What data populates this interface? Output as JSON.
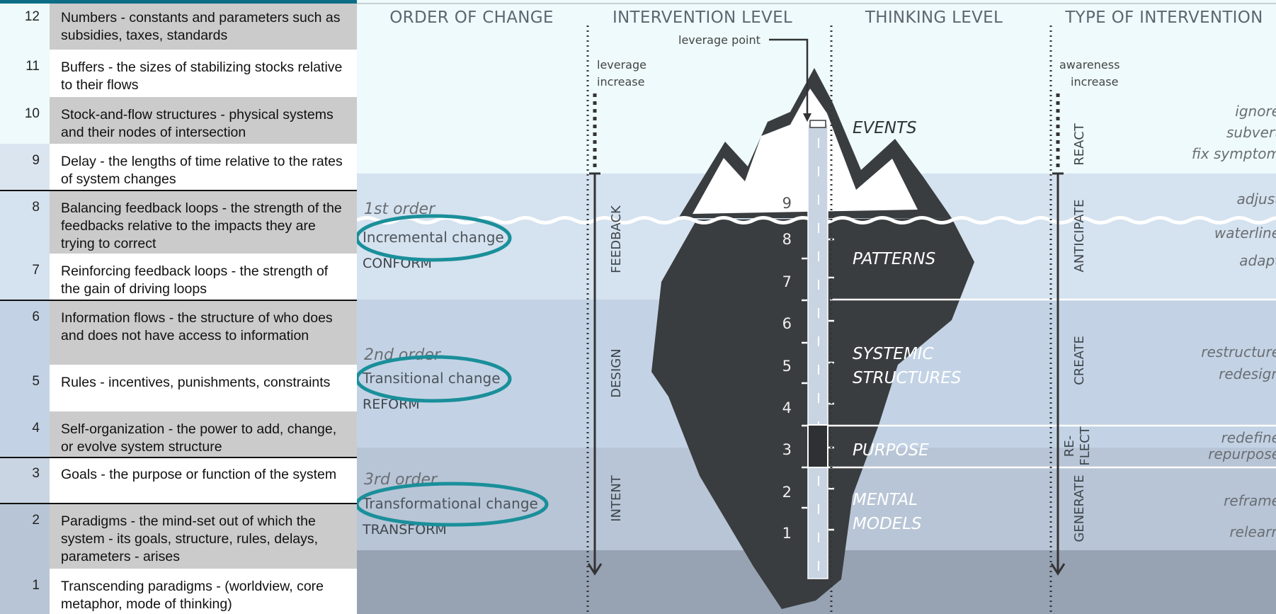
{
  "levels": [
    {
      "num": "12",
      "text": "Numbers - constants and parameters such as subsidies, taxes, standards"
    },
    {
      "num": "11",
      "text": "Buffers - the sizes of stabilizing stocks relative to their flows"
    },
    {
      "num": "10",
      "text": "Stock-and-flow structures - physical systems and their nodes of intersection"
    },
    {
      "num": "9",
      "text": "Delay - the lengths of time relative to the rates of system changes"
    },
    {
      "num": "8",
      "text": "Balancing feedback loops - the strength of the feedbacks relative to the impacts they are trying to correct"
    },
    {
      "num": "7",
      "text": "Reinforcing feedback loops - the strength of the gain of driving loops"
    },
    {
      "num": "6",
      "text": "Information flows - the structure of who does and does not have access to information"
    },
    {
      "num": "5",
      "text": "Rules - incentives, punishments, constraints"
    },
    {
      "num": "4",
      "text": "Self-organization - the power to add, change, or evolve system structure"
    },
    {
      "num": "3",
      "text": "Goals - the purpose or function of the system"
    },
    {
      "num": "2",
      "text": "Paradigms - the mind-set out of which the system - its goals, structure, rules, delays, parameters - arises"
    },
    {
      "num": "1",
      "text": "Transcending paradigms - (worldview, core metaphor, mode of thinking)"
    }
  ],
  "headers": {
    "order": "ORDER OF CHANGE",
    "intervention": "INTERVENTION LEVEL",
    "thinking": "THINKING LEVEL",
    "type": "TYPE OF INTERVENTION"
  },
  "leverage_point": "leverage point",
  "leverage_increase": [
    "leverage",
    "increase"
  ],
  "awareness_increase": [
    "awareness",
    "increase"
  ],
  "orders": [
    {
      "order": "1st order",
      "change": "Incremental change",
      "mode": "CONFORM"
    },
    {
      "order": "2nd order",
      "change": "Transitional change",
      "mode": "REFORM"
    },
    {
      "order": "3rd order",
      "change": "Transformational change",
      "mode": "TRANSFORM"
    }
  ],
  "intervention_levels": [
    "FEEDBACK",
    "DESIGN",
    "INTENT"
  ],
  "thinking_levels": {
    "events": "EVENTS",
    "patterns": "PATTERNS",
    "systemic": [
      "SYSTEMIC",
      "STRUCTURES"
    ],
    "purpose": "PURPOSE",
    "mental": [
      "MENTAL",
      "MODELS"
    ]
  },
  "iceberg_numbers": [
    "9",
    "8",
    "7",
    "6",
    "5",
    "4",
    "3",
    "2",
    "1"
  ],
  "intervention_types": {
    "react": "REACT",
    "anticipate": "ANTICIPATE",
    "create": "CREATE",
    "reflect": [
      "RE-",
      "FLECT"
    ],
    "generate": "GENERATE"
  },
  "type_words": {
    "ignore": "ignore",
    "subvert": "subvert",
    "fix": "fix symptom",
    "adjust": "adjust",
    "waterline": "waterline",
    "adapt": "adapt",
    "restructure": "restructure",
    "redesign": "redesign",
    "redefine": "redefine",
    "repurpose": "repurpose",
    "reframe": "reframe",
    "relearn": "relearn"
  },
  "colors": {
    "row_gray": "#cbcbcb",
    "ice_dark": "#3a3d3f",
    "highlight_ring": "#1a8f9a",
    "band_sky": "#eefafb",
    "band_1": "#d5e2ef",
    "band_2": "#c3d3e5",
    "band_3": "#b8c5d6",
    "band_4": "#97a2b3"
  }
}
